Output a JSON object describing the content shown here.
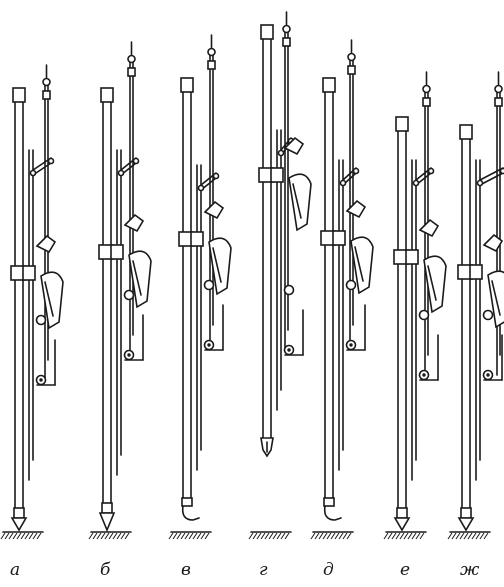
{
  "figure": {
    "labels": [
      "а",
      "б",
      "в",
      "г",
      "д",
      "е",
      "ж"
    ]
  }
}
